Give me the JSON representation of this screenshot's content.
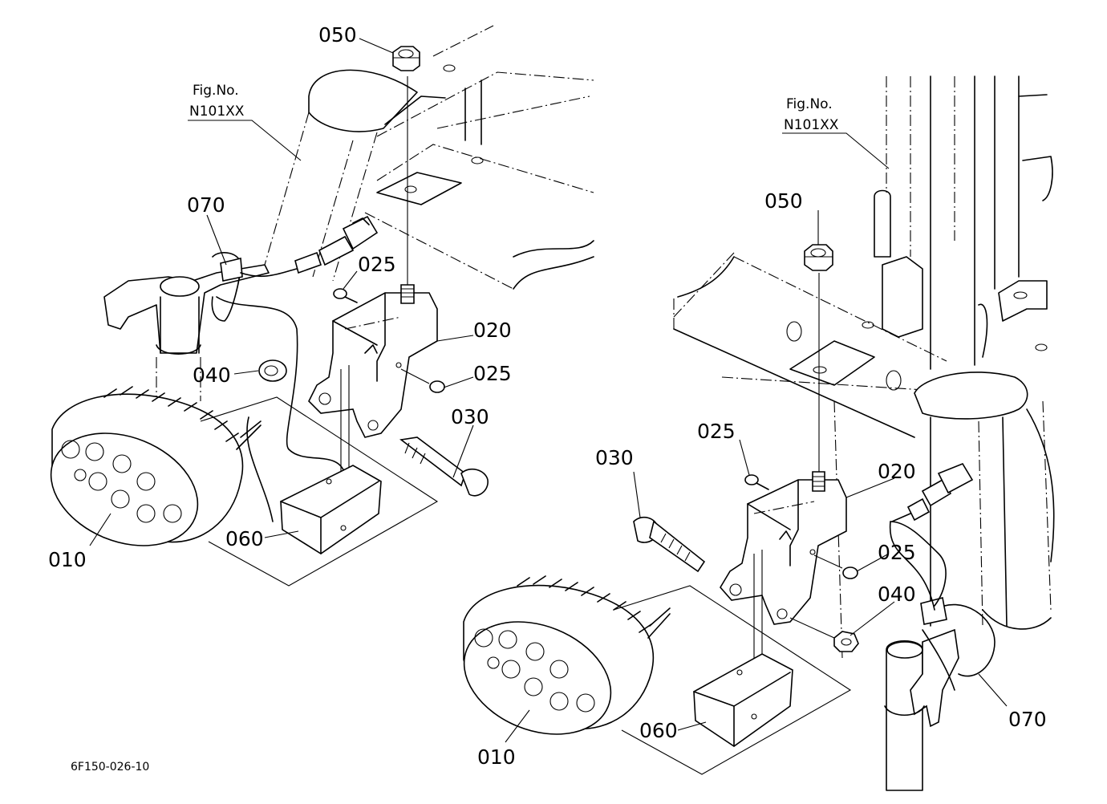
{
  "drawing_code": "6F150-026-10",
  "figure_refs": [
    {
      "line1": "Fig.No.",
      "line2": "N101XX"
    },
    {
      "line1": "Fig.No.",
      "line2": "N101XX"
    }
  ],
  "views": {
    "left": {
      "parts": {
        "p050": "050",
        "p070": "070",
        "p025a": "025",
        "p020": "020",
        "p040": "040",
        "p025b": "025",
        "p030": "030",
        "p060": "060",
        "p010": "010"
      }
    },
    "right": {
      "parts": {
        "p050": "050",
        "p025a": "025",
        "p020": "020",
        "p030": "030",
        "p025b": "025",
        "p040": "040",
        "p060": "060",
        "p010": "010",
        "p070": "070"
      }
    }
  }
}
